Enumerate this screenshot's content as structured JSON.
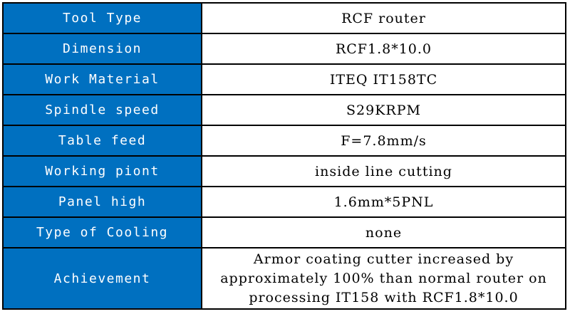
{
  "colors": {
    "label_bg": "#0070c0",
    "label_text": "#ffffff",
    "value_bg": "#ffffff",
    "border": "#000000"
  },
  "rows": [
    {
      "label": "Tool Type",
      "value": "RCF router"
    },
    {
      "label": "Dimension",
      "value": "RCF1.8*10.0"
    },
    {
      "label": "Work Material",
      "value": "ITEQ IT158TC"
    },
    {
      "label": "Spindle speed",
      "value": "S29KRPM"
    },
    {
      "label": "Table feed",
      "value": "F=7.8mm/s"
    },
    {
      "label": "Working piont",
      "value": "inside line cutting"
    },
    {
      "label": "Panel high",
      "value": "1.6mm*5PNL"
    },
    {
      "label": "Type of Cooling",
      "value": "none"
    },
    {
      "label": "Achievement",
      "value": "Armor coating cutter increased by approximately 100% than normal router on processing IT158 with RCF1.8*10.0"
    }
  ]
}
